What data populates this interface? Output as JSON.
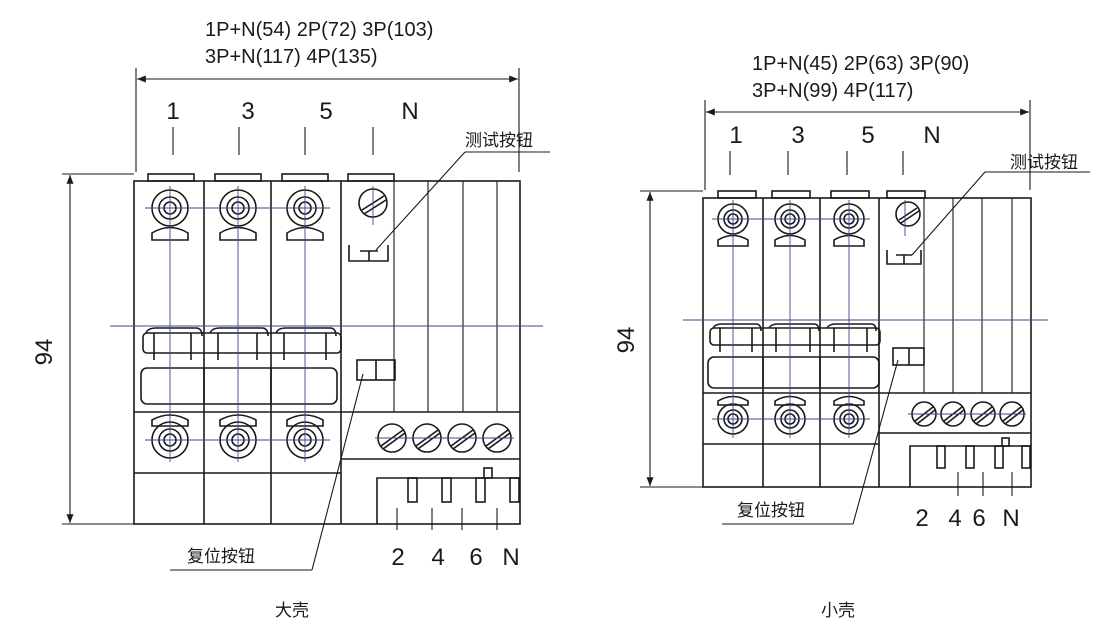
{
  "large": {
    "caption": "大壳",
    "width_line1": "1P+N(54) 2P(72) 3P(103)",
    "width_line2": "3P+N(117) 4P(135)",
    "height": "94",
    "terminals_top": [
      "1",
      "3",
      "5",
      "N"
    ],
    "terminals_bottom": [
      "2",
      "4",
      "6",
      "N"
    ],
    "test_button": "测试按钮",
    "reset_button": "复位按钮"
  },
  "small": {
    "caption": "小壳",
    "width_line1": "1P+N(45) 2P(63) 3P(90)",
    "width_line2": "3P+N(99) 4P(117)",
    "height": "94",
    "terminals_top": [
      "1",
      "3",
      "5",
      "N"
    ],
    "terminals_bottom": [
      "2",
      "4",
      "6",
      "N"
    ],
    "test_button": "测试按钮",
    "reset_button": "复位按钮"
  },
  "colors": {
    "line": "#1a1a1a",
    "centerline": "#3a4a8a"
  }
}
